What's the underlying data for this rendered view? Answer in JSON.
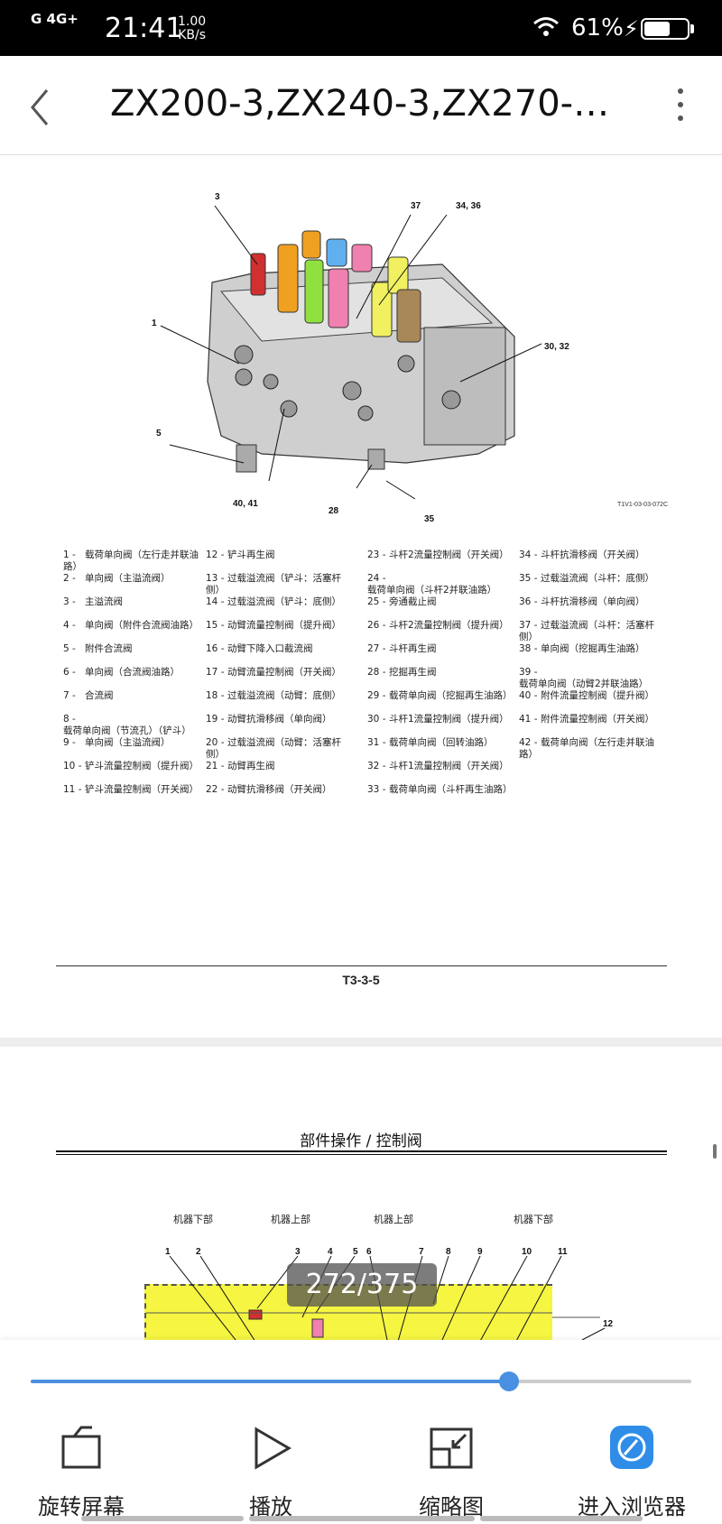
{
  "status_bar": {
    "network": "G 4G+",
    "time": "21:41",
    "speed_value": "1.00",
    "speed_unit": "KB/s",
    "battery_percent": "61%",
    "battery_level": 0.61
  },
  "header": {
    "title": "ZX200-3,ZX240-3,ZX270-3…"
  },
  "page1": {
    "callouts": [
      "3",
      "37",
      "34, 36",
      "1",
      "30, 32",
      "5",
      "40, 41",
      "28",
      "35"
    ],
    "figure_id": "T1V1-03-03-072C",
    "legend_columns": [
      [
        {
          "n": "1 -",
          "t": "载荷单向阀（左行走并联油路）"
        },
        {
          "n": "2 -",
          "t": "单向阀（主溢流阀）"
        },
        {
          "n": "3 -",
          "t": "主溢流阀"
        },
        {
          "n": "4 -",
          "t": "单向阀（附件合流阀油路）"
        },
        {
          "n": "5 -",
          "t": "附件合流阀"
        },
        {
          "n": "6 -",
          "t": "单向阀（合流阀油路）"
        },
        {
          "n": "7 -",
          "t": "合流阀"
        },
        {
          "n": "8 -",
          "t": "载荷单向阀（节流孔）（铲斗）"
        },
        {
          "n": "9 -",
          "t": "单向阀（主溢流阀）"
        },
        {
          "n": "10 -",
          "t": "铲斗流量控制阀（提升阀）"
        },
        {
          "n": "11 -",
          "t": "铲斗流量控制阀（开关阀）"
        }
      ],
      [
        {
          "n": "12 -",
          "t": "铲斗再生阀"
        },
        {
          "n": "13 -",
          "t": "过载溢流阀（铲斗：活塞杆侧）"
        },
        {
          "n": "14 -",
          "t": "过载溢流阀（铲斗：底侧）"
        },
        {
          "n": "15 -",
          "t": "动臂流量控制阀（提升阀）"
        },
        {
          "n": "16 -",
          "t": "动臂下降入口截流阀"
        },
        {
          "n": "17 -",
          "t": "动臂流量控制阀（开关阀）"
        },
        {
          "n": "18 -",
          "t": "过载溢流阀（动臂：底侧）"
        },
        {
          "n": "19 -",
          "t": "动臂抗滑移阀（单向阀）"
        },
        {
          "n": "20 -",
          "t": "过载溢流阀（动臂：活塞杆侧）"
        },
        {
          "n": "21 -",
          "t": "动臂再生阀"
        },
        {
          "n": "22 -",
          "t": "动臂抗滑移阀（开关阀）"
        }
      ],
      [
        {
          "n": "23 -",
          "t": "斗杆2流量控制阀（开关阀）"
        },
        {
          "n": "24 -",
          "t": "载荷单向阀（斗杆2并联油路）"
        },
        {
          "n": "25 -",
          "t": "旁通截止阀"
        },
        {
          "n": "26 -",
          "t": "斗杆2流量控制阀（提升阀）"
        },
        {
          "n": "27 -",
          "t": "斗杆再生阀"
        },
        {
          "n": "28 -",
          "t": "挖掘再生阀"
        },
        {
          "n": "29 -",
          "t": "载荷单向阀（挖掘再生油路）"
        },
        {
          "n": "30 -",
          "t": "斗杆1流量控制阀（提升阀）"
        },
        {
          "n": "31 -",
          "t": "载荷单向阀（回转油路）"
        },
        {
          "n": "32 -",
          "t": "斗杆1流量控制阀（开关阀）"
        },
        {
          "n": "33 -",
          "t": "载荷单向阀（斗杆再生油路）"
        }
      ],
      [
        {
          "n": "34 -",
          "t": "斗杆抗滑移阀（开关阀）"
        },
        {
          "n": "35 -",
          "t": "过载溢流阀（斗杆：底侧）"
        },
        {
          "n": "36 -",
          "t": "斗杆抗滑移阀（单向阀）"
        },
        {
          "n": "37 -",
          "t": "过载溢流阀（斗杆：活塞杆侧）"
        },
        {
          "n": "38 -",
          "t": "单向阀（挖掘再生油路）"
        },
        {
          "n": "39 -",
          "t": "载荷单向阀（动臂2并联油路）"
        },
        {
          "n": "40 -",
          "t": "附件流量控制阀（提升阀）"
        },
        {
          "n": "41 -",
          "t": "附件流量控制阀（开关阀）"
        },
        {
          "n": "42 -",
          "t": "载荷单向阀（左行走并联油路）"
        }
      ]
    ],
    "caption": "T3-3-5"
  },
  "page2": {
    "section_title": "部件操作 / 控制阀",
    "side_labels": [
      "机器下部",
      "机器上部",
      "机器上部",
      "机器下部"
    ],
    "numbers": [
      "1",
      "2",
      "3",
      "4",
      "5",
      "6",
      "7",
      "8",
      "9",
      "10",
      "11",
      "12"
    ]
  },
  "page_indicator": "272/375",
  "progress": 0.724,
  "actions": [
    {
      "label": "旋转屏幕",
      "icon": "rotate-screen-icon"
    },
    {
      "label": "播放",
      "icon": "play-icon"
    },
    {
      "label": "缩略图",
      "icon": "thumbnail-icon"
    },
    {
      "label": "进入浏览器",
      "icon": "browser-icon"
    }
  ],
  "colors": {
    "accent": "#4a90e2",
    "diagram_yellow": "#f5f542"
  }
}
